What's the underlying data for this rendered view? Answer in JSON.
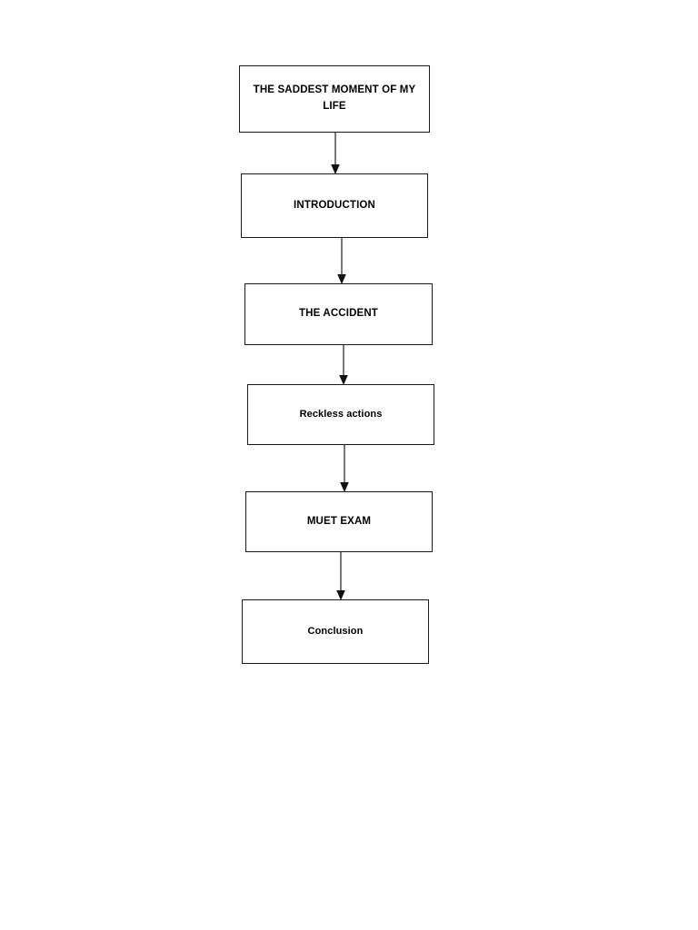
{
  "document": {
    "type": "flowchart",
    "orientation": "vertical",
    "background_color": "#ffffff",
    "box_border_color": "#1a1a1a",
    "arrow_color": "#3f3f3f",
    "text_color": "#000000"
  },
  "flowchart": {
    "nodes": [
      {
        "id": "title",
        "label": "THE SADDEST MOMENT OF MY LIFE"
      },
      {
        "id": "introduction",
        "label": "INTRODUCTION"
      },
      {
        "id": "accident",
        "label": "THE ACCIDENT"
      },
      {
        "id": "reckless",
        "label": "Reckless actions"
      },
      {
        "id": "muet",
        "label": "MUET EXAM"
      },
      {
        "id": "conclusion",
        "label": "Conclusion"
      }
    ],
    "connectors": [
      {
        "from": "title",
        "to": "introduction",
        "style": "arrow-down"
      },
      {
        "from": "introduction",
        "to": "accident",
        "style": "arrow-down"
      },
      {
        "from": "accident",
        "to": "reckless",
        "style": "arrow-down"
      },
      {
        "from": "reckless",
        "to": "muet",
        "style": "arrow-down"
      },
      {
        "from": "muet",
        "to": "conclusion",
        "style": "arrow-down"
      }
    ]
  }
}
